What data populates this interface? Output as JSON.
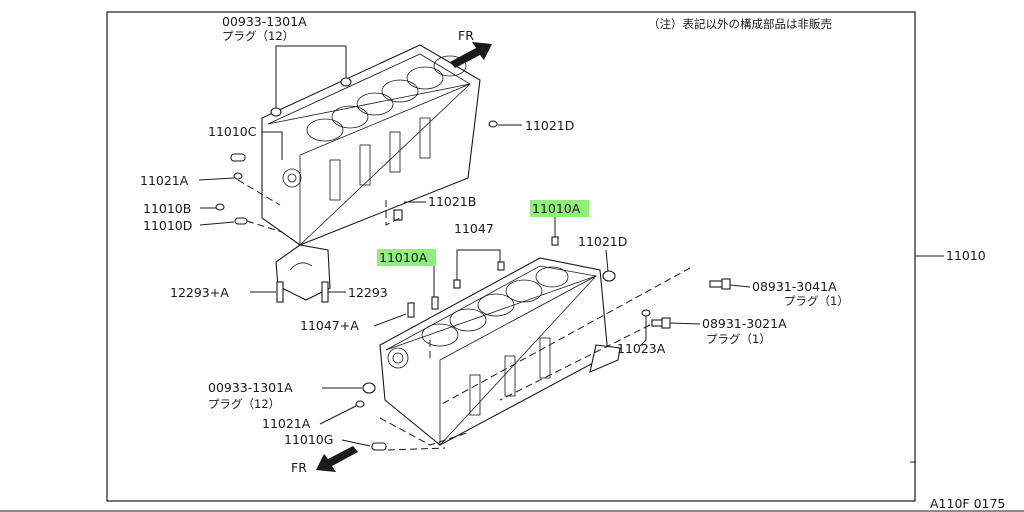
{
  "note": "（注）表記以外の構成部品は非販売",
  "figure_code": "A110F 0175",
  "assembly_part": "11010",
  "direction_label": "FR",
  "labels": {
    "plug_top_no": "00933-1301A",
    "plug_top_name": "プラグ（12）",
    "p11010C": "11010C",
    "p11021A_top": "11021A",
    "p11010B": "11010B",
    "p11010D": "11010D",
    "p11021D_top": "11021D",
    "p11021B": "11021B",
    "p12293A": "12293+A",
    "p12293": "12293",
    "p11010A_left": "11010A",
    "p11010A_right": "11010A",
    "p11047": "11047",
    "p11021D_bottom": "11021D",
    "p11047A": "11047+A",
    "bolt1_no": "08931-3041A",
    "bolt1_name": "プラグ（1）",
    "bolt2_no": "08931-3021A",
    "bolt2_name": "プラグ（1）",
    "p11023A": "11023A",
    "plug_bottom_no": "00933-1301A",
    "plug_bottom_name": "プラグ（12）",
    "p11021A_bottom": "11021A",
    "p11010G": "11010G"
  },
  "colors": {
    "highlight": "#90ee7a",
    "line": "#1a1a1a"
  }
}
